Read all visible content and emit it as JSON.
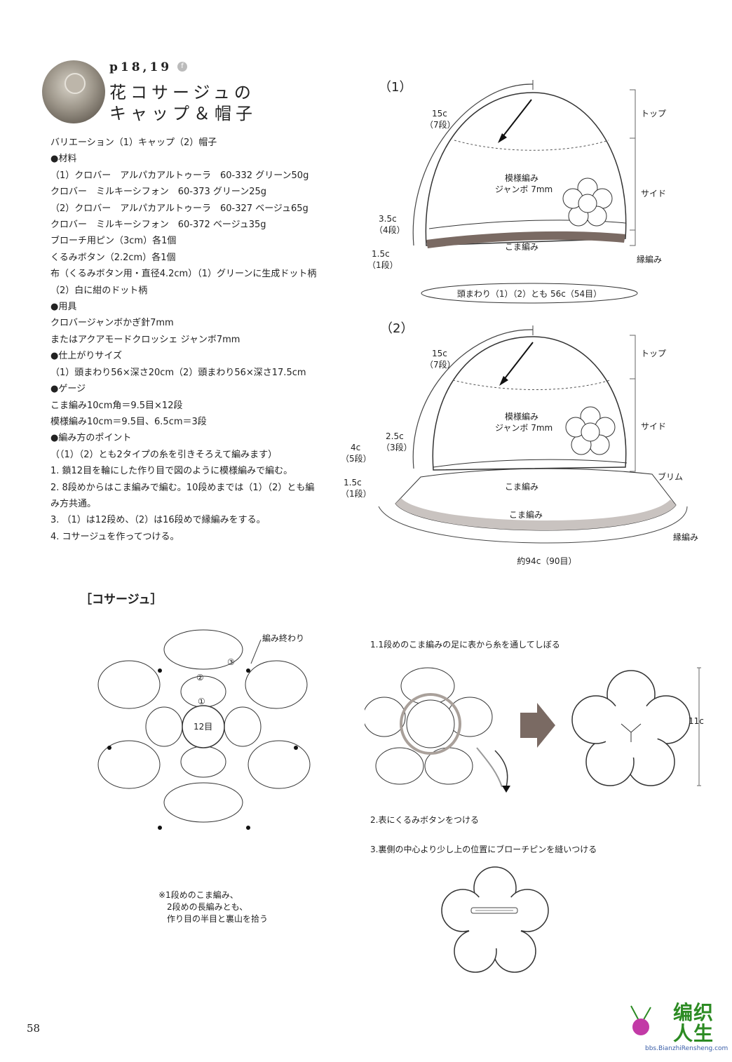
{
  "header": {
    "page_ref": "p18,19",
    "badge": "f",
    "title_line1": "花コサージュの",
    "title_line2": "キャップ＆帽子"
  },
  "spec_lines": [
    "バリエーション（1）キャップ（2）帽子",
    "●材料",
    "（1）クロバー　アルパカアルトゥーラ　60-332 グリーン50g",
    "クロバー　ミルキーシフォン　60-373 グリーン25g",
    "（2）クロバー　アルパカアルトゥーラ　60-327 ベージュ65g",
    "クロバー　ミルキーシフォン　60-372 ベージュ35g",
    "ブローチ用ピン（3cm）各1個",
    "くるみボタン（2.2cm）各1個",
    "布（くるみボタン用・直径4.2cm）（1）グリーンに生成ドット柄",
    "（2）白に紺のドット柄",
    "●用具",
    "クロバージャンボかぎ針7mm",
    "またはアクアモードクロッシェ ジャンボ7mm",
    "●仕上がりサイズ",
    "（1）頭まわり56×深さ20cm（2）頭まわり56×深さ17.5cm",
    "●ゲージ",
    "こま編み10cm角＝9.5目×12段",
    "模様編み10cm＝9.5目、6.5cm＝3段",
    "●編み方のポイント",
    "（（1）（2）とも2タイプの糸を引きそろえて編みます）",
    "1. 鎖12目を輪にした作り目で図のように模様編みで編む。",
    "2. 8段めからはこま編みで編む。10段めまでは（1）（2）とも編",
    "み方共通。",
    "3. （1）は12段め、（2）は16段めで縁編みをする。",
    "4. コサージュを作ってつける。"
  ],
  "diagram1": {
    "num": "（1）",
    "top_len": "15c",
    "top_rows": "（7段）",
    "pattern1": "模様編み",
    "pattern2": "ジャンボ 7mm",
    "band_len": "3.5c",
    "band_rows": "（4段）",
    "edge_len": "1.5c",
    "edge_rows": "（1段）",
    "band": "こま編み",
    "r_top": "トップ",
    "r_side": "サイド",
    "r_edge": "縁編み",
    "circumference": "頭まわり（1）（2）とも 56c（54目）"
  },
  "diagram2": {
    "num": "（2）",
    "top_len": "15c",
    "top_rows": "（7段）",
    "pattern1": "模様編み",
    "pattern2": "ジャンボ 7mm",
    "band_len": "2.5c",
    "band_rows": "（3段）",
    "brim_len": "4c",
    "brim_rows": "（5段）",
    "edge_len": "1.5c",
    "edge_rows": "（1段）",
    "band": "こま編み",
    "brim": "こま編み",
    "r_top": "トップ",
    "r_side": "サイド",
    "r_brim": "ブリム",
    "r_edge": "縁編み",
    "bottom": "約94c（90目）"
  },
  "corsage": {
    "section": "［コサージュ］",
    "end_label": "編み終わり",
    "r3": "③",
    "r2": "②",
    "r1": "①",
    "center": "12目",
    "note1": "※1段めのこま編み、",
    "note2": "2段めの長編みとも、",
    "note3": "作り目の半目と裏山を拾う",
    "step1": "1.1段めのこま編みの足に表から糸を通してしぼる",
    "size": "11c",
    "step2": "2.表にくるみボタンをつける",
    "step3": "3.裏側の中心より少し上の位置にブローチピンを縫いつける"
  },
  "footer": {
    "page_num": "58",
    "logo_line1": "编织",
    "logo_line2": "人生",
    "logo_url": "bbs.BianzhiRensheng.com"
  }
}
